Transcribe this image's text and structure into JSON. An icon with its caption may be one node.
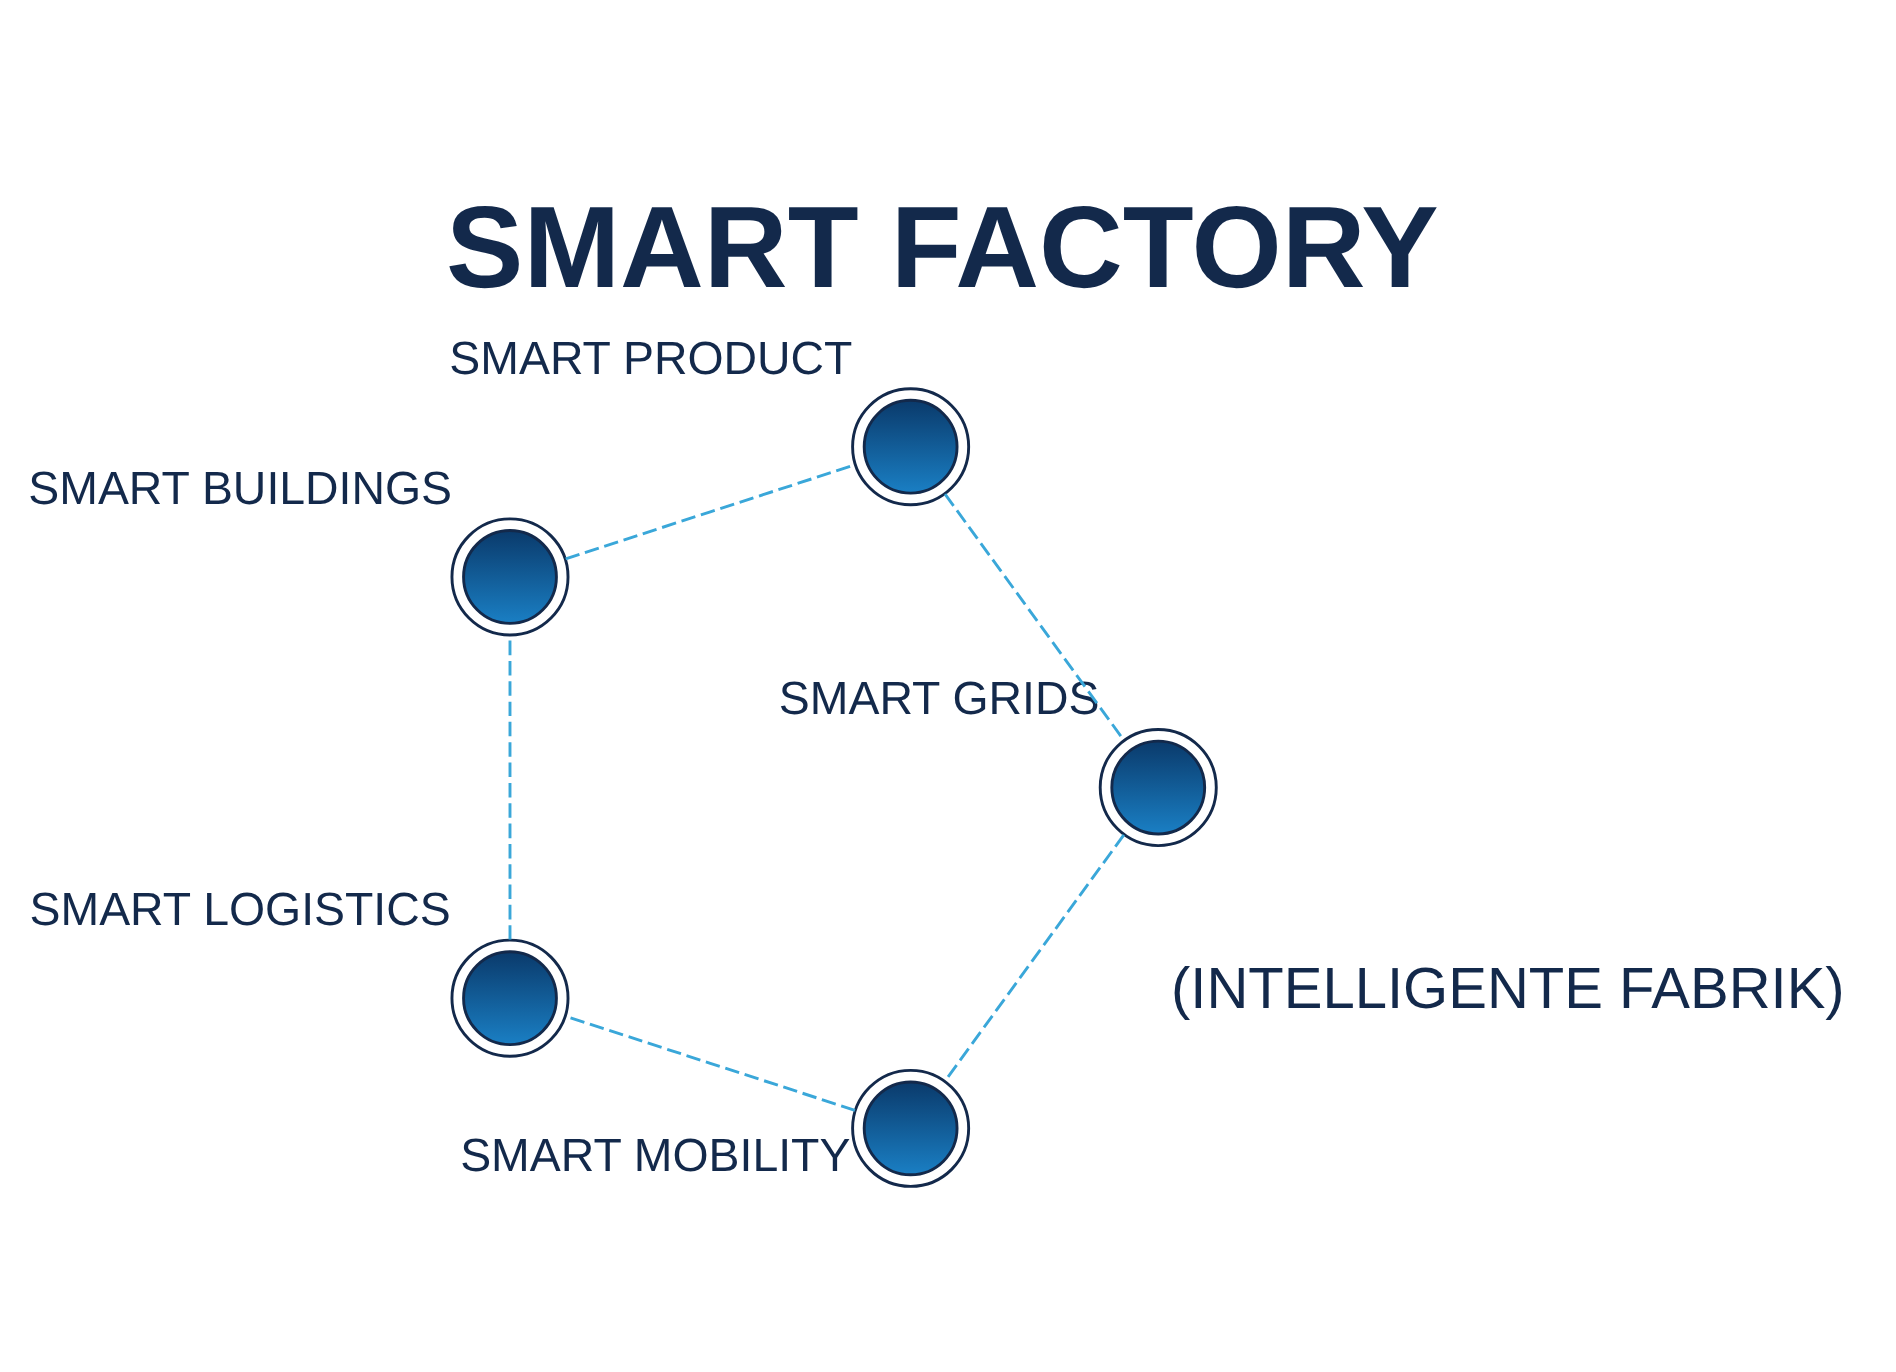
{
  "diagram": {
    "title": "SMART FACTORY",
    "nodes": [
      {
        "text": [
          "SMART MOBILITY"
        ]
      },
      {
        "text": [
          "SMART LOGISTICS"
        ]
      },
      {
        "text": [
          "SMART GRIDS"
        ]
      },
      {
        "text": [
          "SMART BUILDINGS"
        ]
      },
      {
        "text": [
          "SMART PRODUCT"
        ]
      }
    ],
    "edges": [
      {
        "from": 0,
        "to": 1,
        "arrow": "none",
        "style": "dashed"
      },
      {
        "from": 1,
        "to": 3,
        "arrow": "none",
        "style": "dashed"
      },
      {
        "from": 3,
        "to": 4,
        "arrow": "none",
        "style": "dashed"
      },
      {
        "from": 4,
        "to": 2,
        "arrow": "none",
        "style": "dashed"
      },
      {
        "from": 2,
        "to": 0,
        "arrow": "none",
        "style": "dashed"
      }
    ],
    "labels": [
      "(INTELLIGENTE FABRIK)"
    ]
  }
}
